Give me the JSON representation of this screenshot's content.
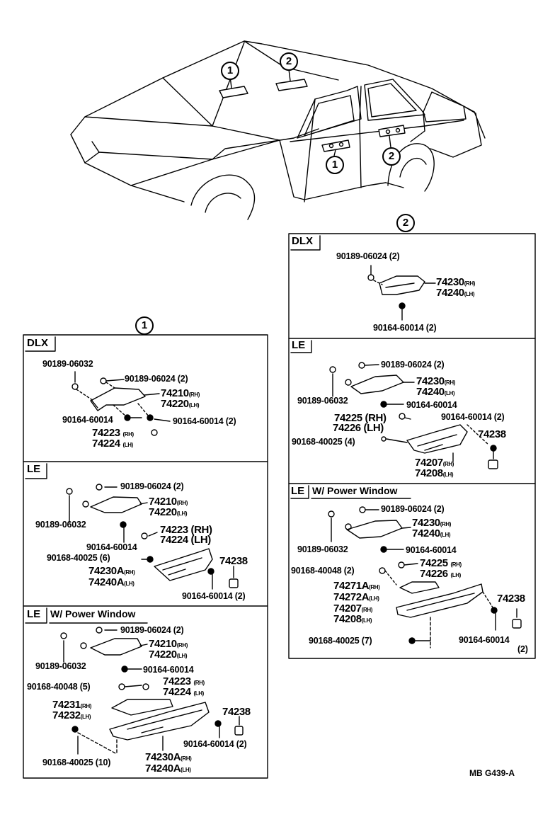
{
  "callouts": {
    "one": "1",
    "two": "2"
  },
  "panel2": {
    "title": "2",
    "dlx": {
      "header": "DLX",
      "l1": "90189-06024 (2)",
      "l2": "74230",
      "l2s": "(RH)",
      "l3": "74240",
      "l3s": "(LH)",
      "l4": "90164-60014 (2)"
    },
    "le": {
      "header": "LE",
      "l1": "90189-06024 (2)",
      "l2": "74230",
      "l2s": "(RH)",
      "l3": "74240",
      "l3s": "(LH)",
      "l4": "90189-06032",
      "l5": "90164-60014",
      "l6": "74225 (RH)",
      "l7": "74226 (LH)",
      "l8": "90164-60014 (2)",
      "l9": "74238",
      "l10": "90168-40025 (4)",
      "l11": "74207",
      "l11s": "(RH)",
      "l12": "74208",
      "l12s": "(LH)"
    },
    "pw": {
      "header": "LE",
      "header2": "W/ Power Window",
      "l1": "90189-06024 (2)",
      "l2": "74230",
      "l2s": "(RH)",
      "l3": "74240",
      "l3s": "(LH)",
      "l4": "90189-06032",
      "l5": "90164-60014",
      "l6": "74225",
      "l6s": "(RH)",
      "l7": "74226",
      "l7s": "(LH)",
      "l8": "90168-40048 (2)",
      "l9": "74271A",
      "l9s": "(RH)",
      "l10": "74272A",
      "l10s": "(LH)",
      "l11": "74207",
      "l11s": "(RH)",
      "l12": "74208",
      "l12s": "(LH)",
      "l13": "74238",
      "l14": "90168-40025 (7)",
      "l15": "90164-60014",
      "l16": "(2)"
    }
  },
  "panel1": {
    "title": "1",
    "dlx": {
      "header": "DLX",
      "l1": "90189-06032",
      "l2": "90189-06024 (2)",
      "l3": "74210",
      "l3s": "(RH)",
      "l4": "74220",
      "l4s": "(LH)",
      "l5": "90164-60014",
      "l6": "90164-60014 (2)",
      "l7": "74223",
      "l7s": "(RH)",
      "l8": "74224",
      "l8s": "(LH)"
    },
    "le": {
      "header": "LE",
      "l1": "90189-06024 (2)",
      "l2": "74210",
      "l2s": "(RH)",
      "l3": "74220",
      "l3s": "(LH)",
      "l4": "90189-06032",
      "l5": "74223 (RH)",
      "l6": "90164-60014",
      "l7": "74224 (LH)",
      "l8": "90168-40025 (6)",
      "l9": "74238",
      "l10": "74230A",
      "l10s": "(RH)",
      "l11": "74240A",
      "l11s": "(LH)",
      "l12": "90164-60014 (2)"
    },
    "pw": {
      "header": "LE",
      "header2": "W/ Power Window",
      "l1": "90189-06024 (2)",
      "l2": "74210",
      "l2s": "(RH)",
      "l3": "74220",
      "l3s": "(LH)",
      "l4": "90189-06032",
      "l5": "90164-60014",
      "l6": "90168-40048 (5)",
      "l7": "74223",
      "l7s": "(RH)",
      "l8": "74224",
      "l8s": "(LH)",
      "l9": "74231",
      "l9s": "(RH)",
      "l10": "74232",
      "l10s": "(LH)",
      "l11": "74238",
      "l12": "90164-60014 (2)",
      "l13": "90168-40025 (10)",
      "l14": "74230A",
      "l14s": "(RH)",
      "l15": "74240A",
      "l15s": "(LH)"
    }
  },
  "footer": {
    "ref": "MB  G439-A"
  }
}
